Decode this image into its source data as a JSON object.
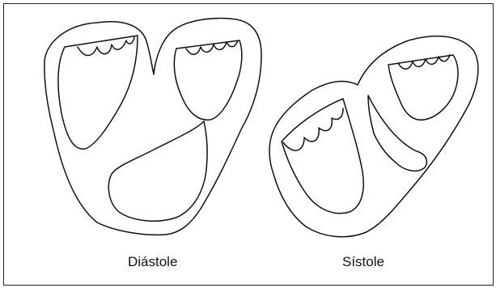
{
  "figure": {
    "stroke_color": "#111111",
    "background_color": "#ffffff",
    "panels": [
      {
        "id": "diastole",
        "label": "Diástole"
      },
      {
        "id": "systole",
        "label": "Sístole"
      }
    ]
  }
}
